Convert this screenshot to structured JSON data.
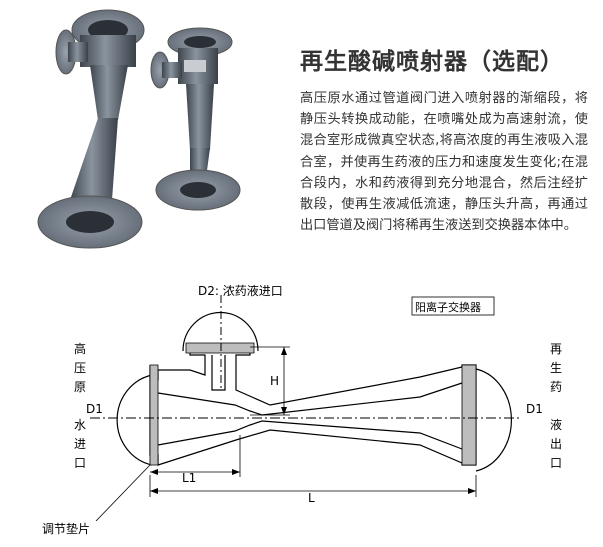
{
  "product": {
    "title": "再生酸碱喷射器（选配）",
    "description": "高压原水通过管道阀门进入喷射器的渐缩段，将静压头转换成动能，在喷嘴处成为高速射流，使混合室形成微真空状态,将高浓度的再生液吸入混合室，并使再生药液的压力和速度发生变化;在混合段内，水和药液得到充分地混合，然后注经扩散段，使再生液减低流速，静压头升高，再通过出口管道及阀门将稀再生液送到交换器本体中。"
  },
  "diagram": {
    "top_label": "D2: 浓药液进口",
    "box_label": "阳离子交换器",
    "left_label": [
      "高",
      "压",
      "原",
      "水",
      "进",
      "口"
    ],
    "right_label": [
      "再",
      "生",
      "药",
      "液",
      "出",
      "口"
    ],
    "d1_left": "D1",
    "d1_right": "D1",
    "h_label": "H",
    "l1_label": "L1",
    "l_label": "L",
    "gasket_label": "调节垫片"
  },
  "colors": {
    "pipe_gray": "#5d6670",
    "flange_gray": "#7d8894",
    "line": "#000000"
  }
}
